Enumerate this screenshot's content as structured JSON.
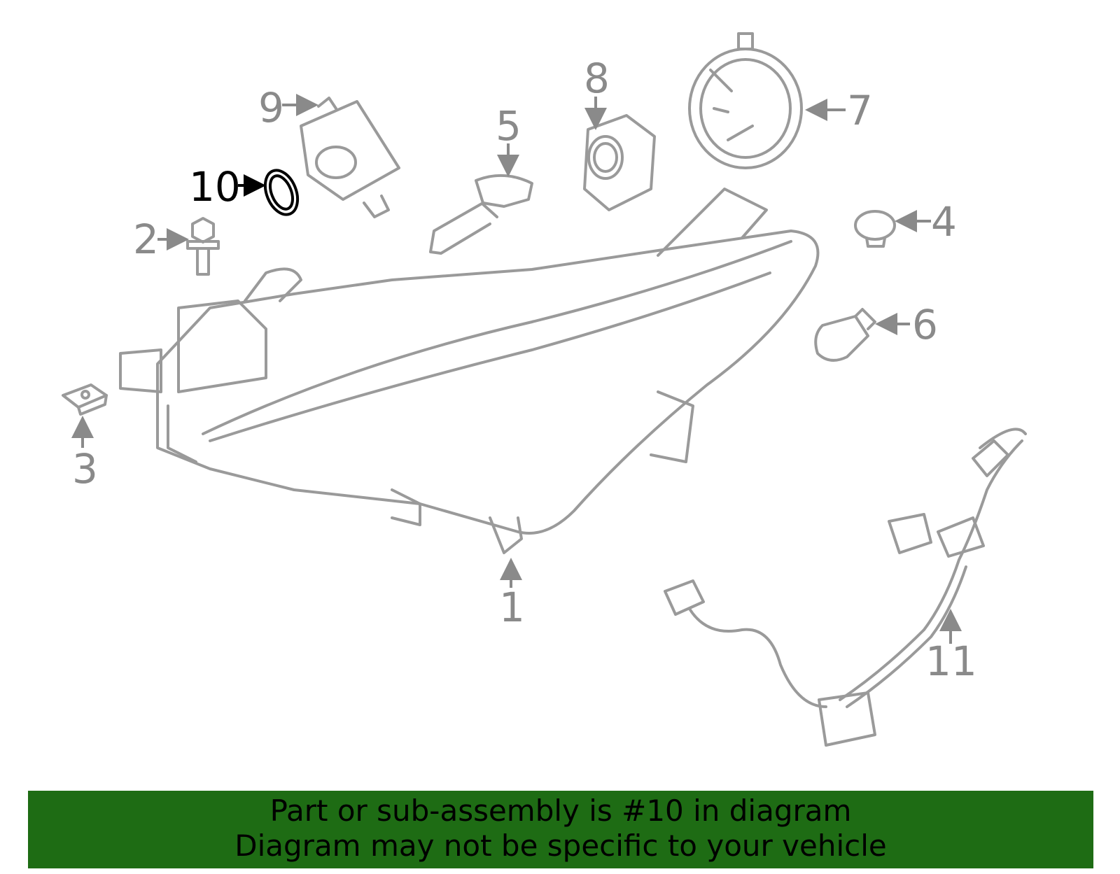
{
  "diagram": {
    "highlight_callout": "10",
    "callouts": [
      {
        "id": "1",
        "label": "1"
      },
      {
        "id": "2",
        "label": "2"
      },
      {
        "id": "3",
        "label": "3"
      },
      {
        "id": "4",
        "label": "4"
      },
      {
        "id": "5",
        "label": "5"
      },
      {
        "id": "6",
        "label": "6"
      },
      {
        "id": "7",
        "label": "7"
      },
      {
        "id": "8",
        "label": "8"
      },
      {
        "id": "9",
        "label": "9"
      },
      {
        "id": "10",
        "label": "10"
      },
      {
        "id": "11",
        "label": "11"
      }
    ],
    "colors": {
      "line": "#9a9a9a",
      "highlight": "#000000",
      "banner_bg": "#1e6c14"
    }
  },
  "banner": {
    "line1": "Part or sub-assembly is #10 in diagram",
    "line2": "Diagram may not be specific to your vehicle"
  }
}
